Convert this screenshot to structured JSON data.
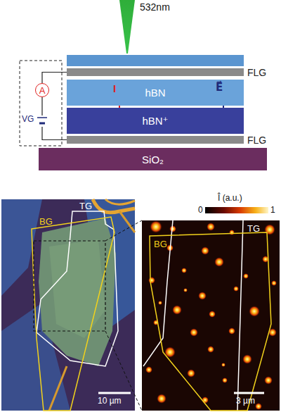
{
  "diagram": {
    "nodes": [
      {
        "text": [
          "FLG"
        ]
      },
      {
        "text": [
          "hBN"
        ]
      },
      {
        "text": [
          "hBN⁺"
        ]
      },
      {
        "text": [
          "FLG"
        ]
      },
      {
        "text": [
          "SiO₂"
        ]
      },
      {
        "text": [
          "A"
        ]
      }
    ],
    "edges": [
      {
        "from": 0,
        "to": 5,
        "arrow": "none"
      },
      {
        "from": 5,
        "to": 3,
        "arrow": "none"
      }
    ],
    "labels": [
      "532nm",
      "I",
      "E⃗",
      "VG",
      "Î (a.u.)",
      "0",
      "1",
      "TG",
      "BG",
      "10 µm",
      "TG",
      "BG",
      "3 µm"
    ]
  }
}
